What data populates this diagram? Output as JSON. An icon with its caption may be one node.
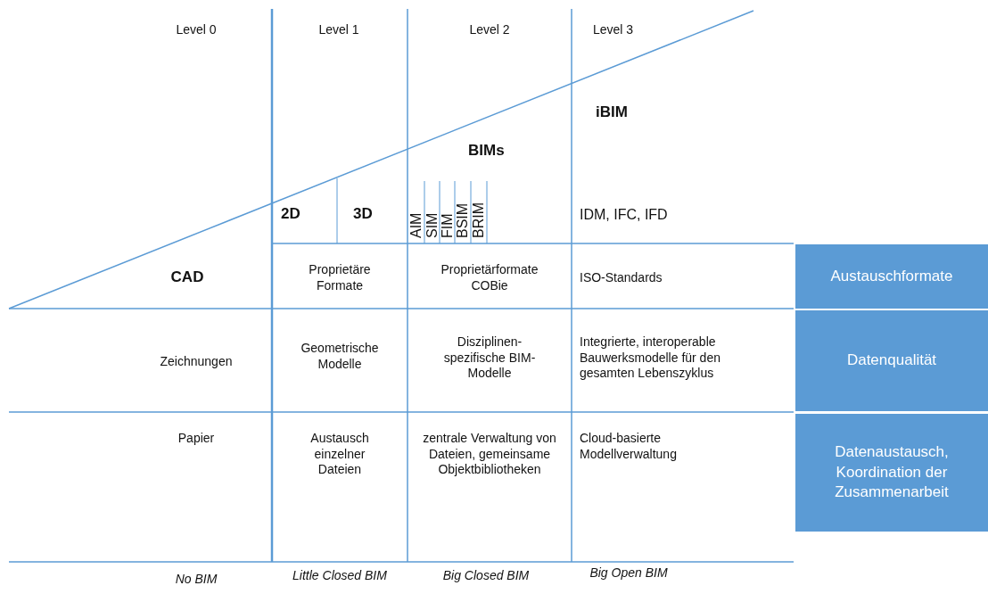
{
  "diagram": {
    "nodes": [
      {
        "text": [
          "Austauschformate"
        ]
      },
      {
        "text": [
          "Datenqualität"
        ]
      },
      {
        "text": [
          "Datenaustausch, Koordination der Zusammenarbeit"
        ]
      }
    ],
    "labels": [
      "Level 0",
      "Level 1",
      "Level 2",
      "Level 3",
      "iBIM",
      "BIMs",
      "2D",
      "3D",
      "AIM",
      "SIM",
      "FIM",
      "BSIM",
      "BRIM",
      "IDM, IFC, IFD",
      "CAD",
      "Proprietäre Formate",
      "Proprietärformate COBie",
      "ISO-Standards",
      "Zeichnungen",
      "Geometrische Modelle",
      "Disziplinen-spezifische BIM-Modelle",
      "Integrierte, interoperable Bauwerksmodelle für den gesamten Lebenszyklus",
      "Papier",
      "Austausch einzelner Dateien",
      "zentrale Verwaltung von Dateien, gemeinsame Objektbibliotheken",
      "Cloud-basierte Modellverwaltung",
      "No BIM",
      "Little Closed BIM",
      "Big Closed BIM",
      "Big Open BIM"
    ]
  }
}
